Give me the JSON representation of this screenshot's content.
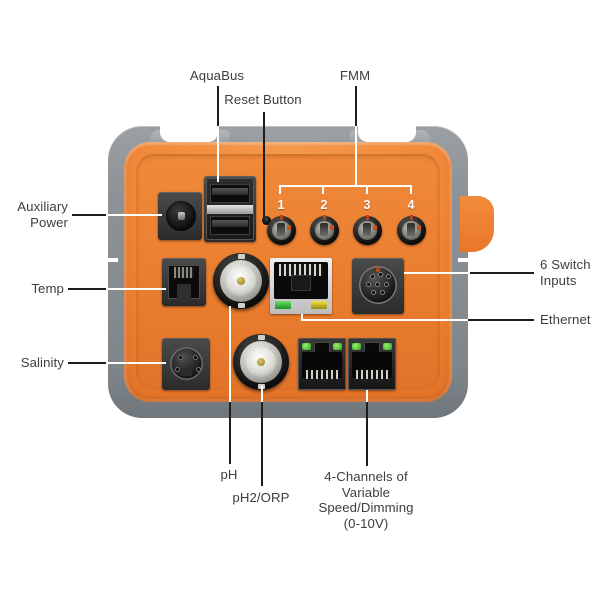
{
  "diagram": {
    "title": "Aquarium controller base module port panel",
    "text_color": "#3d3d3d",
    "device_colors": {
      "bezel_grey": "#8d9398",
      "panel_orange": "#ea7c2e",
      "leader_dark": "#1d1d1d",
      "leader_light": "#ffffff",
      "led_green": "#2b9e22",
      "led_yellow": "#f2e24a"
    }
  },
  "callouts": {
    "top": [
      {
        "id": "aquabus",
        "label": "AquaBus"
      },
      {
        "id": "reset_button",
        "label": "Reset Button"
      },
      {
        "id": "fmm",
        "label": "FMM"
      }
    ],
    "left": [
      {
        "id": "auxiliary_power",
        "label": "Auxiliary\nPower"
      },
      {
        "id": "temp",
        "label": "Temp"
      },
      {
        "id": "salinity",
        "label": "Salinity"
      }
    ],
    "right": [
      {
        "id": "switch_inputs",
        "label": "6 Switch\nInputs"
      },
      {
        "id": "ethernet",
        "label": "Ethernet"
      }
    ],
    "bottom": [
      {
        "id": "ph",
        "label": "pH"
      },
      {
        "id": "ph2_orp",
        "label": "pH2/ORP"
      },
      {
        "id": "dimming",
        "label": "4-Channels of\nVariable\nSpeed/Dimming\n(0-10V)"
      }
    ]
  },
  "fmm_ports": {
    "bracket": true,
    "numbers": [
      "1",
      "2",
      "3",
      "4"
    ]
  },
  "ports": {
    "auxiliary_power": "barrel-power-jack",
    "aquabus": "dual-usb-a-stack",
    "reset_button": "recessed-pinhole-button",
    "fmm_1": "round-switch-connector",
    "fmm_2": "round-switch-connector",
    "fmm_3": "round-switch-connector",
    "fmm_4": "round-switch-connector",
    "temp": "rj11-modular-jack",
    "ph": "bnc-connector",
    "ph2_orp": "bnc-connector",
    "ethernet": "shielded-rj45-jack",
    "switch_inputs": "8-pin-mini-din",
    "salinity": "4-pin-mini-din",
    "dimming_a": "rj45-jack",
    "dimming_b": "rj45-jack"
  }
}
